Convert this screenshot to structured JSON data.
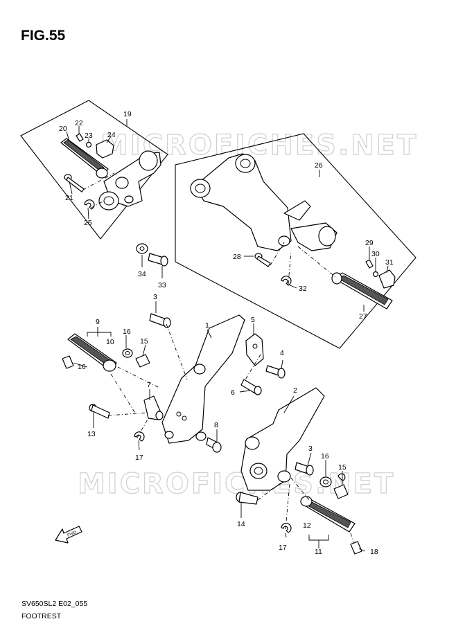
{
  "figure": {
    "title": "FIG.55",
    "footer_code": "SV650SL2 E02_055",
    "footer_name": "FOOTREST",
    "watermark": "MICROFICHES.NET",
    "fwd_label": "FWD"
  },
  "callouts": [
    {
      "id": "c19",
      "label": "19"
    },
    {
      "id": "c20",
      "label": "20"
    },
    {
      "id": "c22",
      "label": "22"
    },
    {
      "id": "c23",
      "label": "23"
    },
    {
      "id": "c24",
      "label": "24"
    },
    {
      "id": "c21",
      "label": "21"
    },
    {
      "id": "c25",
      "label": "25"
    },
    {
      "id": "c26",
      "label": "26"
    },
    {
      "id": "c28",
      "label": "28"
    },
    {
      "id": "c29",
      "label": "29"
    },
    {
      "id": "c30",
      "label": "30"
    },
    {
      "id": "c31",
      "label": "31"
    },
    {
      "id": "c32",
      "label": "32"
    },
    {
      "id": "c27",
      "label": "27"
    },
    {
      "id": "c34",
      "label": "34"
    },
    {
      "id": "c33",
      "label": "33"
    },
    {
      "id": "c3a",
      "label": "3"
    },
    {
      "id": "c1",
      "label": "1"
    },
    {
      "id": "c5",
      "label": "5"
    },
    {
      "id": "c9",
      "label": "9"
    },
    {
      "id": "c16a",
      "label": "16"
    },
    {
      "id": "c10",
      "label": "10"
    },
    {
      "id": "c15a",
      "label": "15"
    },
    {
      "id": "c4",
      "label": "4"
    },
    {
      "id": "c16b",
      "label": "16"
    },
    {
      "id": "c6",
      "label": "6"
    },
    {
      "id": "c7",
      "label": "7"
    },
    {
      "id": "c2",
      "label": "2"
    },
    {
      "id": "c13",
      "label": "13"
    },
    {
      "id": "c8",
      "label": "8"
    },
    {
      "id": "c17a",
      "label": "17"
    },
    {
      "id": "c3b",
      "label": "3"
    },
    {
      "id": "c16c",
      "label": "16"
    },
    {
      "id": "c15b",
      "label": "15"
    },
    {
      "id": "c14",
      "label": "14"
    },
    {
      "id": "c12",
      "label": "12"
    },
    {
      "id": "c17b",
      "label": "17"
    },
    {
      "id": "c11",
      "label": "11"
    },
    {
      "id": "c18",
      "label": "18"
    }
  ]
}
